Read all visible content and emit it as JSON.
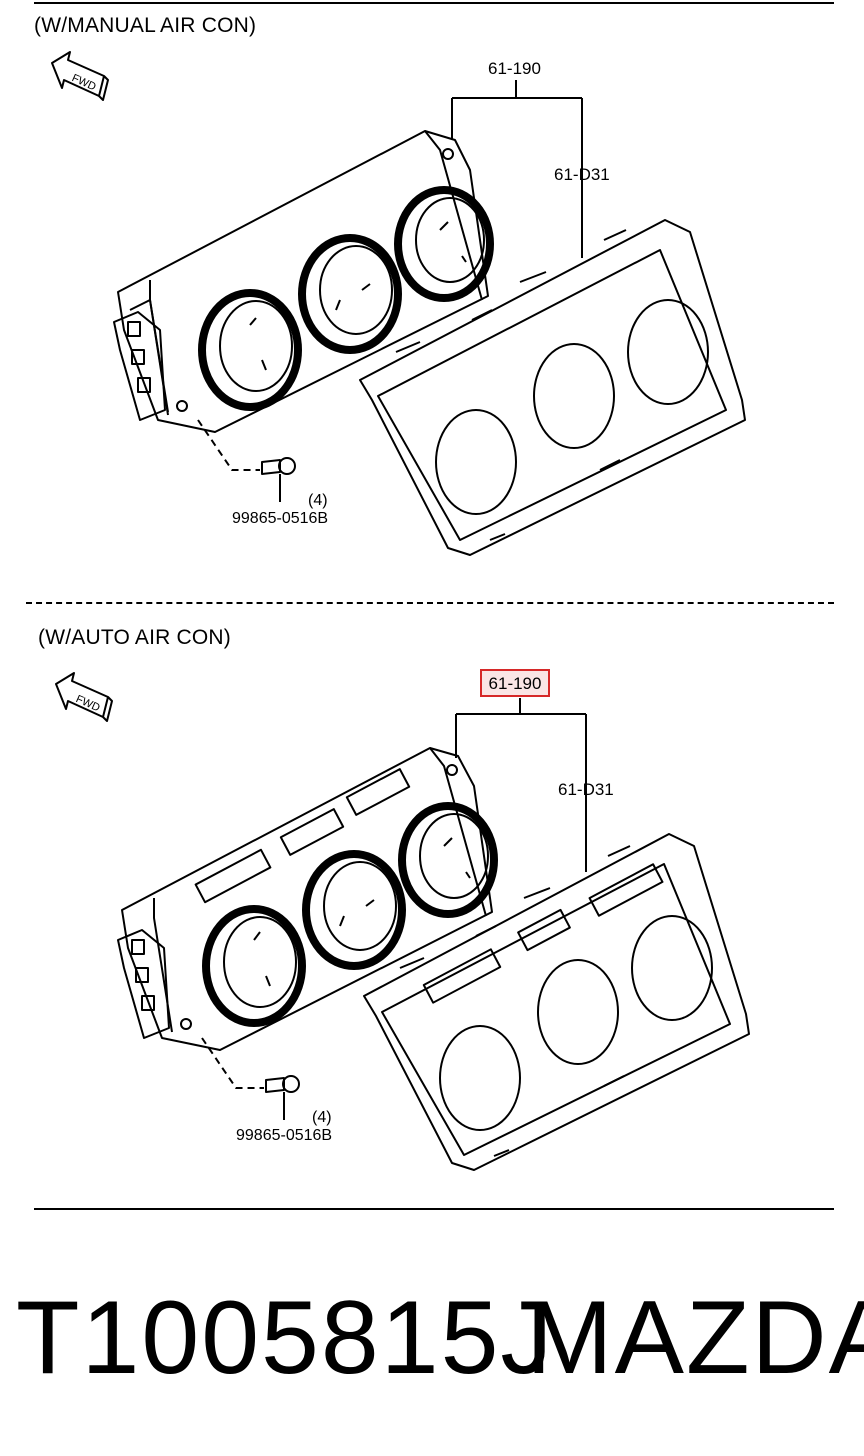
{
  "sections": [
    {
      "title": "(W/MANUAL AIR CON)",
      "fwd_label": "FWD",
      "part_upper": "61-190",
      "part_right": "61-D31",
      "screw_qty": "(4)",
      "screw_part": "99865-0516B",
      "highlighted": false
    },
    {
      "title": "(W/AUTO AIR CON)",
      "fwd_label": "FWD",
      "part_upper": "61-190",
      "part_right": "61-D31",
      "screw_qty": "(4)",
      "screw_part": "99865-0516B",
      "highlighted": true
    }
  ],
  "footer": {
    "part_number": "T1005815J",
    "brand": "MAZDA"
  },
  "colors": {
    "line": "#000000",
    "highlight_border": "#d62828"
  }
}
